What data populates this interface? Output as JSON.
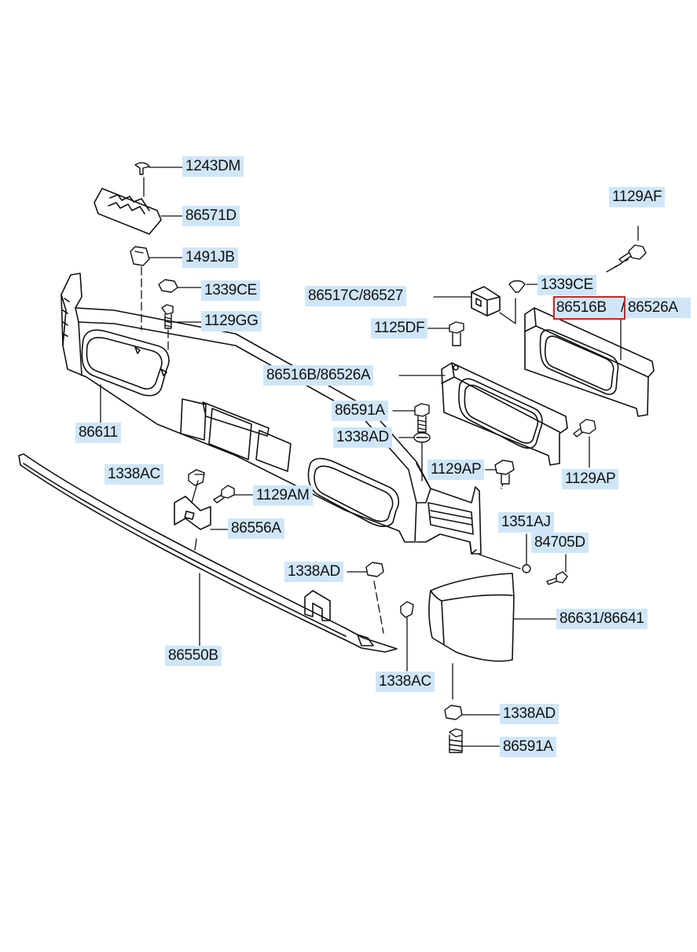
{
  "callouts": {
    "p1243dm": "1243DM",
    "p86571d": "86571D",
    "p1491jb": "1491JB",
    "p1339ce_a": "1339CE",
    "p1129gg": "1129GG",
    "p1129af": "1129AF",
    "p1339ce_b": "1339CE",
    "p86517c": "86517C/86527",
    "p86516b_top": "86516B",
    "p86526a_top_sep": "/",
    "p86526a_top": "86526A",
    "p1125df": "1125DF",
    "p86516b_mid": "86516B/86526A",
    "p86591a_a": "86591A",
    "p1338ad_a": "1338AD",
    "p86611": "86611",
    "p1338ac_a": "1338AC",
    "p1129am": "1129AM",
    "p1129ap_a": "1129AP",
    "p1129ap_b": "1129AP",
    "p86556a": "86556A",
    "p1351aj": "1351AJ",
    "p84705d": "84705D",
    "p1338ad_b": "1338AD",
    "p86631": "86631/86641",
    "p86550b": "86550B",
    "p1338ac_b": "1338AC",
    "p1338ad_c": "1338AD",
    "p86591a_b": "86591A"
  },
  "highlight": {
    "part": "86516B",
    "color": "#e01b1b"
  },
  "colors": {
    "label_bg": "#cfe6f9",
    "line": "#111111"
  }
}
